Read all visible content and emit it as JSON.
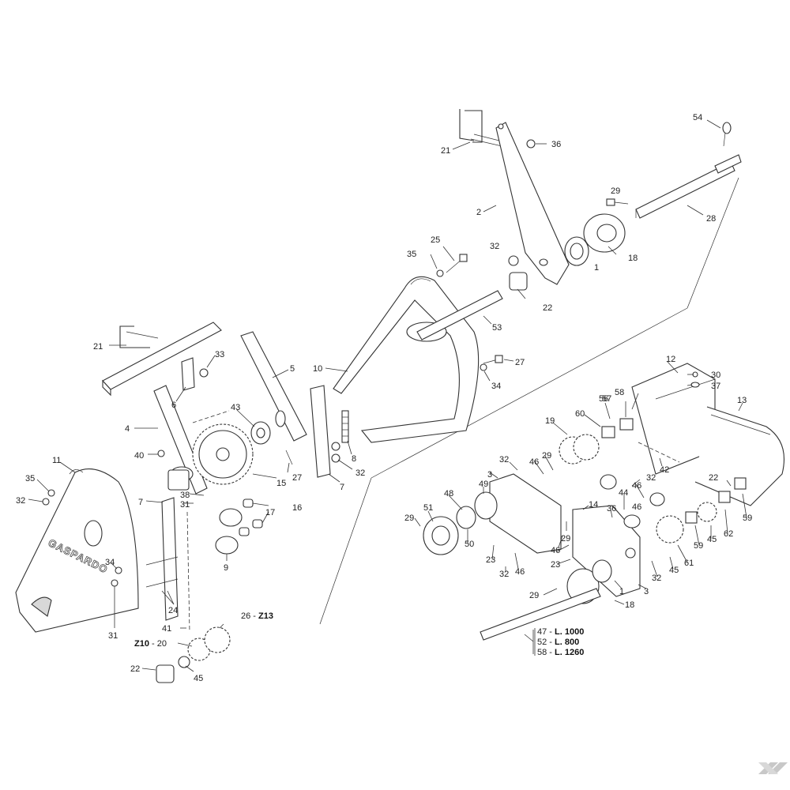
{
  "brand_text": "GASPARDO",
  "watermark_logo": "K",
  "part_labels": [
    {
      "id": "l54",
      "text": "54"
    },
    {
      "id": "l21a",
      "text": "21"
    },
    {
      "id": "l36",
      "text": "36"
    },
    {
      "id": "l29a",
      "text": "29"
    },
    {
      "id": "l28",
      "text": "28"
    },
    {
      "id": "l2",
      "text": "2"
    },
    {
      "id": "l18a",
      "text": "18"
    },
    {
      "id": "l1a",
      "text": "1"
    },
    {
      "id": "l25",
      "text": "25"
    },
    {
      "id": "l35a",
      "text": "35"
    },
    {
      "id": "l32a",
      "text": "32"
    },
    {
      "id": "l22a",
      "text": "22"
    },
    {
      "id": "l53",
      "text": "53"
    },
    {
      "id": "l27a",
      "text": "27"
    },
    {
      "id": "l34a",
      "text": "34"
    },
    {
      "id": "l10",
      "text": "10"
    },
    {
      "id": "l21b",
      "text": "21"
    },
    {
      "id": "l33",
      "text": "33"
    },
    {
      "id": "l5",
      "text": "5"
    },
    {
      "id": "l6",
      "text": "6"
    },
    {
      "id": "l4",
      "text": "4"
    },
    {
      "id": "l43",
      "text": "43"
    },
    {
      "id": "l40",
      "text": "40"
    },
    {
      "id": "l8",
      "text": "8"
    },
    {
      "id": "l27b",
      "text": "27"
    },
    {
      "id": "l32b",
      "text": "32"
    },
    {
      "id": "l15",
      "text": "15"
    },
    {
      "id": "l7a",
      "text": "7"
    },
    {
      "id": "l11",
      "text": "11"
    },
    {
      "id": "l35b",
      "text": "35"
    },
    {
      "id": "l32c",
      "text": "32"
    },
    {
      "id": "l7b",
      "text": "7"
    },
    {
      "id": "l31a",
      "text": "31"
    },
    {
      "id": "l38",
      "text": "38"
    },
    {
      "id": "l16",
      "text": "16"
    },
    {
      "id": "l17",
      "text": "17"
    },
    {
      "id": "l9",
      "text": "9"
    },
    {
      "id": "l34b",
      "text": "34"
    },
    {
      "id": "l24",
      "text": "24"
    },
    {
      "id": "l31b",
      "text": "31"
    },
    {
      "id": "l41",
      "text": "41"
    },
    {
      "id": "l22b",
      "text": "22"
    },
    {
      "id": "l45a",
      "text": "45"
    },
    {
      "id": "l12",
      "text": "12"
    },
    {
      "id": "l30",
      "text": "30"
    },
    {
      "id": "l37",
      "text": "37"
    },
    {
      "id": "l13",
      "text": "13"
    },
    {
      "id": "l19",
      "text": "19"
    },
    {
      "id": "l60",
      "text": "60"
    },
    {
      "id": "l56",
      "text": "56"
    },
    {
      "id": "l57",
      "text": "57"
    },
    {
      "id": "l58",
      "text": "58"
    },
    {
      "id": "l32d",
      "text": "32"
    },
    {
      "id": "l46a",
      "text": "46"
    },
    {
      "id": "l29b",
      "text": "29"
    },
    {
      "id": "l42",
      "text": "42"
    },
    {
      "id": "l46b",
      "text": "46"
    },
    {
      "id": "l32e",
      "text": "32"
    },
    {
      "id": "l22c",
      "text": "22"
    },
    {
      "id": "l3a",
      "text": "3"
    },
    {
      "id": "l49",
      "text": "49"
    },
    {
      "id": "l48",
      "text": "48"
    },
    {
      "id": "l51",
      "text": "51"
    },
    {
      "id": "l14",
      "text": "14"
    },
    {
      "id": "l44",
      "text": "44"
    },
    {
      "id": "l36b",
      "text": "36"
    },
    {
      "id": "l46c",
      "text": "46"
    },
    {
      "id": "l29c",
      "text": "29"
    },
    {
      "id": "l50",
      "text": "50"
    },
    {
      "id": "l29d",
      "text": "29"
    },
    {
      "id": "l46d",
      "text": "46"
    },
    {
      "id": "l23a",
      "text": "23"
    },
    {
      "id": "l32f",
      "text": "32"
    },
    {
      "id": "l46e",
      "text": "46"
    },
    {
      "id": "l23b",
      "text": "23"
    },
    {
      "id": "l1b",
      "text": "1"
    },
    {
      "id": "l3b",
      "text": "3"
    },
    {
      "id": "l32g",
      "text": "32"
    },
    {
      "id": "l45b",
      "text": "45"
    },
    {
      "id": "l61",
      "text": "61"
    },
    {
      "id": "l59a",
      "text": "59"
    },
    {
      "id": "l45c",
      "text": "45"
    },
    {
      "id": "l62",
      "text": "62"
    },
    {
      "id": "l59b",
      "text": "59"
    },
    {
      "id": "l29e",
      "text": "29"
    },
    {
      "id": "l18b",
      "text": "18"
    }
  ],
  "sprocket_labels": {
    "z13_num": "26 - ",
    "z13_bold": "Z13",
    "z10_bold": "Z10",
    "z10_num": " - 20"
  },
  "length_variants": [
    {
      "num": "47 - ",
      "len": "L. 1000"
    },
    {
      "num": "52 - ",
      "len": "L. 800"
    },
    {
      "num": "58 - ",
      "len": "L. 1260"
    }
  ]
}
